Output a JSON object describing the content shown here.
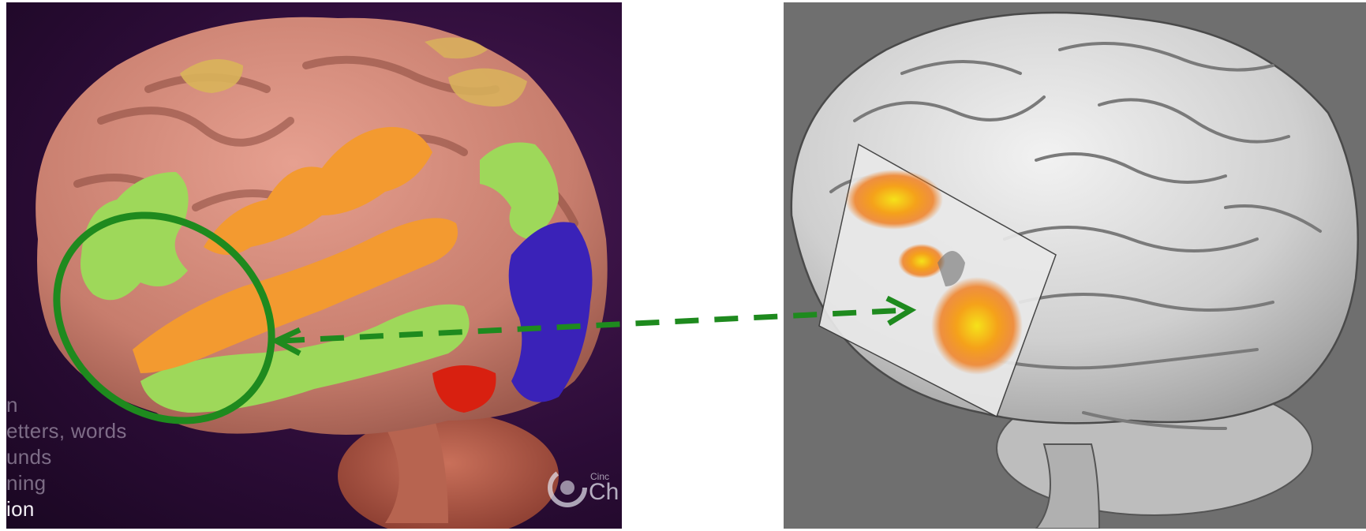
{
  "colors": {
    "annotation_green": "#1e8a1e",
    "cortex_pink": "#d08878",
    "region_green": "#9ed85a",
    "region_orange": "#f39a30",
    "region_blue": "#3a22b8",
    "region_yellow": "#d9b45a",
    "region_red": "#d82010",
    "activation_yellow": "#f5e21a",
    "activation_orange": "#f07a18"
  },
  "left_panel": {
    "legend_items": [
      {
        "text": "n",
        "active": false
      },
      {
        "text": "etters, words",
        "active": false
      },
      {
        "text": "unds",
        "active": false
      },
      {
        "text": "ning",
        "active": false
      },
      {
        "text": "ion",
        "active": true
      }
    ],
    "logo": {
      "small_text": "Cinc",
      "big_text": "Ch"
    }
  }
}
